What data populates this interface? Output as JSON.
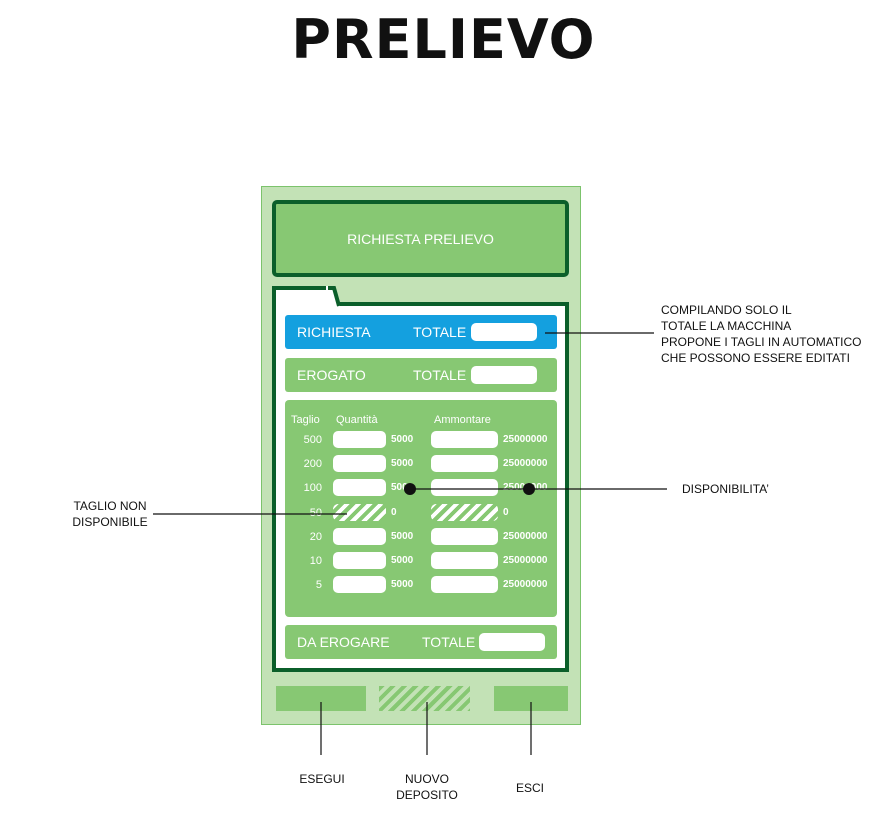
{
  "title": "PRELIEVO",
  "device": {
    "header_label": "RICHIESTA PRELIEVO",
    "richiesta": {
      "label": "RICHIESTA",
      "total_label": "TOTALE"
    },
    "erogato": {
      "label": "EROGATO",
      "total_label": "TOTALE"
    },
    "table": {
      "col_taglio": "Taglio",
      "col_quantita": "Quantità",
      "col_ammontare": "Ammontare",
      "rows": [
        {
          "taglio": "500",
          "quantita": "5000",
          "ammontare": "25000000"
        },
        {
          "taglio": "200",
          "quantita": "5000",
          "ammontare": "25000000"
        },
        {
          "taglio": "100",
          "quantita": "5000",
          "ammontare": "25000000"
        },
        {
          "taglio": "50",
          "quantita": "0",
          "ammontare": "0"
        },
        {
          "taglio": "20",
          "quantita": "5000",
          "ammontare": "25000000"
        },
        {
          "taglio": "10",
          "quantita": "5000",
          "ammontare": "25000000"
        },
        {
          "taglio": "5",
          "quantita": "5000",
          "ammontare": "25000000"
        }
      ]
    },
    "da_erogare": {
      "label": "DA EROGARE",
      "total_label": "TOTALE"
    }
  },
  "annotations": {
    "compilando": [
      "COMPILANDO SOLO IL",
      "TOTALE LA MACCHINA",
      "PROPONE I TAGLI IN AUTOMATICO",
      "CHE POSSONO ESSERE EDITATI"
    ],
    "disponibilita": "DISPONIBILITA’",
    "taglio_non": [
      "TAGLIO NON",
      "DISPONIBILE"
    ],
    "esegui": "ESEGUI",
    "nuovo_deposito": [
      "NUOVO",
      "DEPOSITO"
    ],
    "esci": "ESCI"
  },
  "colors": {
    "dark_green": "#0b5f2a",
    "mid_green": "#87c873",
    "light_green": "#c3e2b6",
    "blue": "#14a0df"
  }
}
